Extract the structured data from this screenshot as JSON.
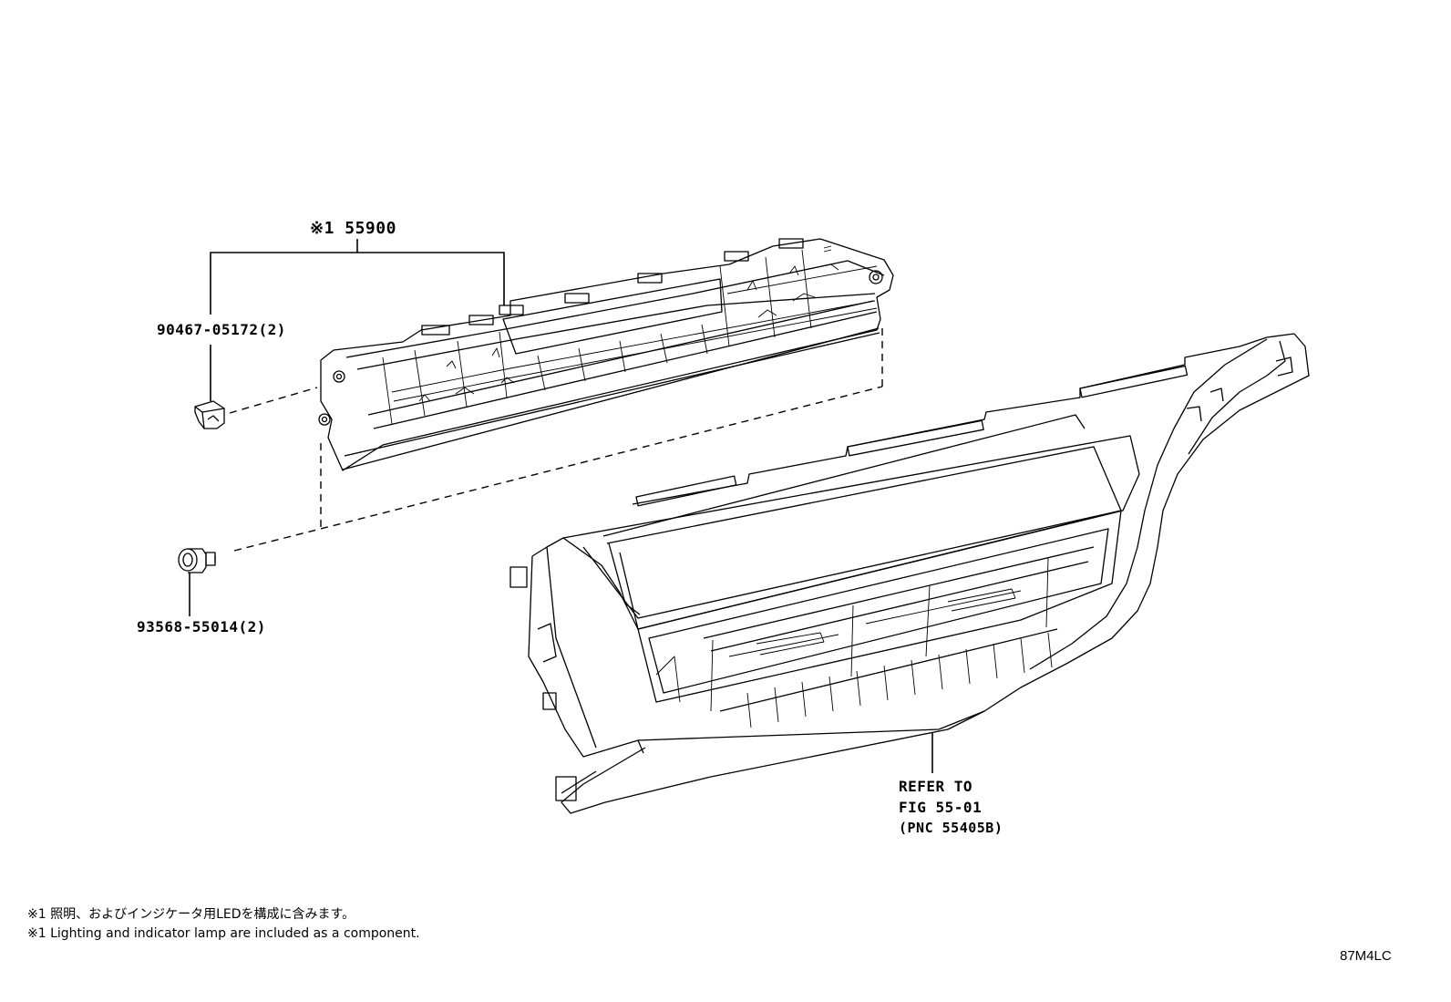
{
  "parts": {
    "panel_ref": "※1 55900",
    "screw_ref": "90467-05172(2)",
    "nut_ref": "93568-55014(2)",
    "refer_line1": "REFER TO",
    "refer_line2": "FIG 55-01",
    "refer_line3": "(PNC 55405B)"
  },
  "notes": {
    "jp": "※1 照明、およびインジケータ用LEDを構成に含みます。",
    "en": "※1 Lighting and indicator lamp are included as a component."
  },
  "illustration_code": "87M4LC"
}
